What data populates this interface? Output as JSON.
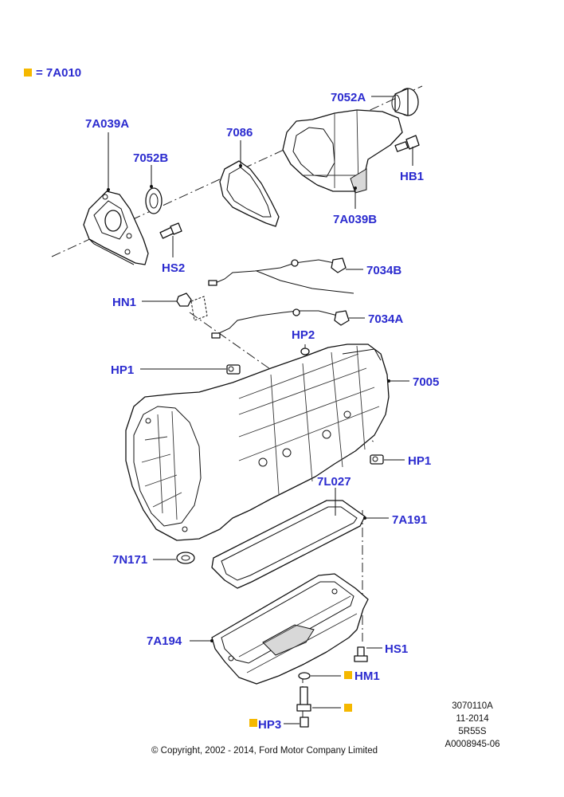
{
  "legend": {
    "marker_color": "#f5b800",
    "text": "= 7A010"
  },
  "label_color": "#2b2bcf",
  "callouts": [
    {
      "id": "7052A"
    },
    {
      "id": "7A039A"
    },
    {
      "id": "7086"
    },
    {
      "id": "7052B"
    },
    {
      "id": "HB1"
    },
    {
      "id": "7A039B"
    },
    {
      "id": "HS2"
    },
    {
      "id": "7034B"
    },
    {
      "id": "HN1"
    },
    {
      "id": "7034A"
    },
    {
      "id": "HP2"
    },
    {
      "id": "HP1"
    },
    {
      "id": "7005"
    },
    {
      "id": "HP1"
    },
    {
      "id": "7L027"
    },
    {
      "id": "7A191"
    },
    {
      "id": "7N171"
    },
    {
      "id": "7A194"
    },
    {
      "id": "HS1"
    },
    {
      "id": "HM1"
    },
    {
      "id": "HP3"
    }
  ],
  "flagged_parts": [
    "HM1",
    "HP3"
  ],
  "metadata": {
    "line1": "3070110A",
    "line2": "11-2014",
    "line3": "5R55S",
    "line4": "A0008945-06"
  },
  "copyright": "© Copyright, 2002 - 2014, Ford Motor Company Limited"
}
